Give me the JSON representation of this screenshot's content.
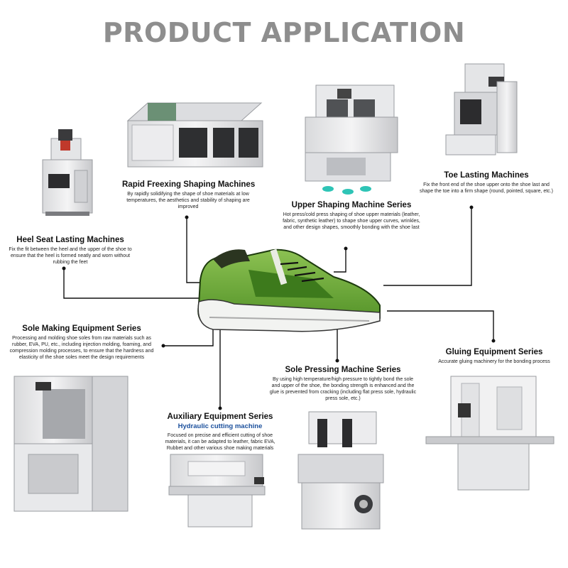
{
  "title": "PRODUCT APPLICATION",
  "items": {
    "heel": {
      "name": "Heel Seat Lasting Machines",
      "desc": "Fix the fit between the heel and the upper of the shoe to ensure that the heel is formed neatly and worn without rubbing the feet"
    },
    "freeze": {
      "name": "Rapid Freexing Shaping Machines",
      "desc": "By rapidly solidifying the shape of shoe materials at low temperatures, the aesthetics and stability of shaping are improved"
    },
    "upper": {
      "name": "Upper Shaping Machine Series",
      "desc": "Hot press/cold press shaping of shoe upper materials (leather, fabric, synthetic leather) to shape shoe upper curves, wrinkles, and other design shapes, smoothly bonding with the shoe last"
    },
    "toe": {
      "name": "Toe Lasting Machines",
      "desc": "Fix the front end of the shoe upper onto the shoe last and shape the toe into a firm shape (round, pointed, square, etc.)"
    },
    "sole_making": {
      "name": "Sole Making Equipment Series",
      "desc": "Processing and molding shoe soles from raw materials such as rubber, EVA, PU, etc., including injection molding, foaming, and compression molding processes, to ensure that the hardness and elasticity of the shoe soles meet the design requirements"
    },
    "sole_press": {
      "name": "Sole Pressing Machine Series",
      "desc": "By using high temperature/high pressure to tightly bond the sole and upper of the shoe, the bonding strength is enhanced and the glue is prevented from cracking (including flat press sole, hydraulic press sole, etc.)"
    },
    "gluing": {
      "name": "Gluing Equipment Series",
      "desc": "Accurate gluing machinery for the bonding process"
    },
    "aux": {
      "name": "Auxiliary Equipment Series",
      "sub": "Hydraulic cutting machine",
      "desc": "Focused on precise and efficient cutting of shoe materials, it can be adapted to leather, fabric EVA, Rubbet and other various shoe making materials"
    }
  },
  "colors": {
    "title": "#8e8e8e",
    "shoe_green": "#5a9e2e",
    "shoe_dark_green": "#3d7a1c",
    "shoe_light_green": "#8cc152",
    "accent_blue": "#1a4f9c"
  }
}
